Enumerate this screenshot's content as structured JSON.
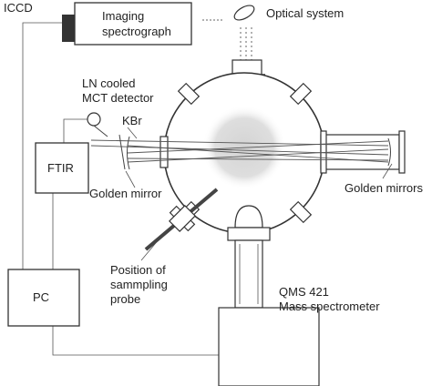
{
  "labels": {
    "iccd": "ICCD",
    "imaging_spectrograph": [
      "Imaging",
      "spectrograph"
    ],
    "optical_system": "Optical system",
    "ln_detector": [
      "LN cooled",
      "MCT detector"
    ],
    "kbr": "KBr",
    "ftir": "FTIR",
    "golden_mirror_left": "Golden mirror",
    "golden_mirrors_right": "Golden mirrors",
    "pc": "PC",
    "probe_position": [
      "Position of",
      "sammpling",
      "probe"
    ],
    "qms": [
      "QMS 421",
      "Mass spectrometer"
    ]
  },
  "colors": {
    "line": "#444444",
    "plasma_glow": "#d9d9d9",
    "connector": "#555555"
  }
}
